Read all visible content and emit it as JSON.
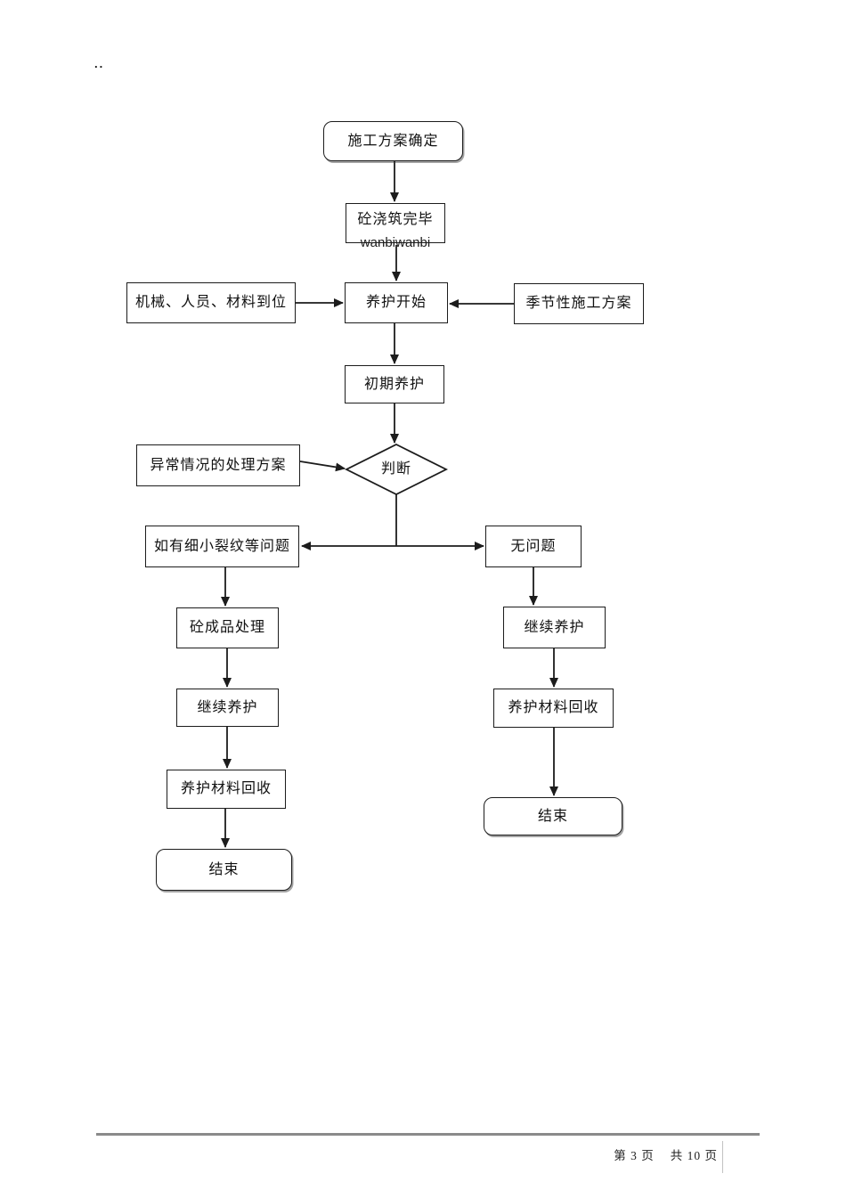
{
  "document": {
    "corner_mark": "..",
    "footer": {
      "page_current": "第 3 页",
      "page_total": "共 10 页"
    }
  },
  "flowchart": {
    "nodes": {
      "start": {
        "label": "施工方案确定",
        "shape": "rounded-rect"
      },
      "pour_complete": {
        "label": "砼浇筑完毕",
        "overflow_text": "wanbiwanbi",
        "shape": "rect"
      },
      "resources_ready": {
        "label": "机械、人员、材料到位",
        "shape": "rect"
      },
      "curing_start": {
        "label": "养护开始",
        "shape": "rect"
      },
      "seasonal_plan": {
        "label": "季节性施工方案",
        "shape": "rect"
      },
      "initial_curing": {
        "label": "初期养护",
        "shape": "rect"
      },
      "abnormal_plan": {
        "label": "异常情况的处理方案",
        "shape": "rect"
      },
      "judge": {
        "label": "判断",
        "shape": "diamond"
      },
      "has_cracks": {
        "label": "如有细小裂纹等问题",
        "shape": "rect"
      },
      "no_problem": {
        "label": "无问题",
        "shape": "rect"
      },
      "product_treatment": {
        "label": "砼成品处理",
        "shape": "rect"
      },
      "continue_curing_left": {
        "label": "继续养护",
        "shape": "rect"
      },
      "material_recycle_left": {
        "label": "养护材料回收",
        "shape": "rect"
      },
      "end_left": {
        "label": "结束",
        "shape": "rounded-rect"
      },
      "continue_curing_right": {
        "label": "继续养护",
        "shape": "rect"
      },
      "material_recycle_right": {
        "label": "养护材料回收",
        "shape": "rect"
      },
      "end_right": {
        "label": "结束",
        "shape": "rounded-rect"
      }
    }
  },
  "colors": {
    "stroke": "#1c1c1c",
    "footer_rule": "#8a8a8a",
    "background": "#ffffff"
  }
}
